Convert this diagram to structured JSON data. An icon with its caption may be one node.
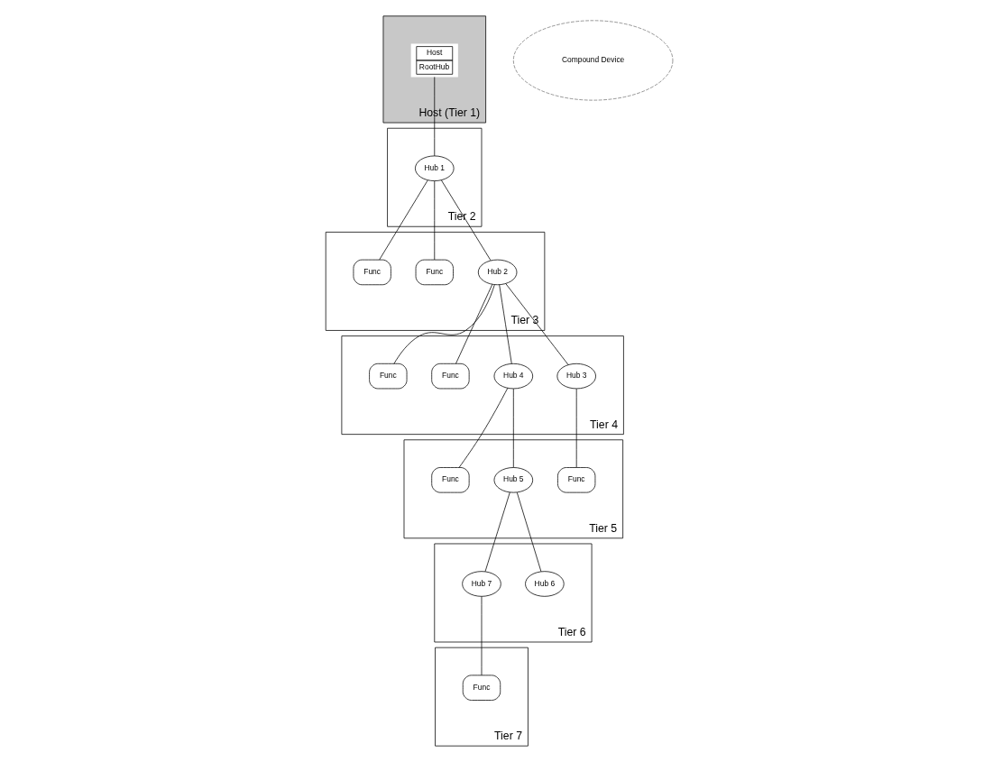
{
  "diagram": {
    "nodes": [
      {
        "text": [
          "Host (Tier 1)"
        ]
      },
      {
        "text": [
          "Host",
          "RootHub"
        ],
        "in": 0
      },
      {
        "text": [
          "Tier 2"
        ]
      },
      {
        "text": [
          "Hub 1"
        ],
        "in": 2
      },
      {
        "text": [
          "Tier 3"
        ]
      },
      {
        "text": [
          "Hub 2"
        ],
        "in": 4
      },
      {
        "text": [
          "Func"
        ],
        "in": 4
      },
      {
        "text": [
          "Func"
        ],
        "in": 4
      },
      {
        "text": [
          "Tier 4"
        ]
      },
      {
        "text": [
          "Hub 3"
        ],
        "in": 8
      },
      {
        "text": [
          "Hub 4"
        ],
        "in": 8
      },
      {
        "text": [
          "Func"
        ],
        "in": 8
      },
      {
        "text": [
          "Func"
        ],
        "in": 8
      },
      {
        "text": [
          "Tier 5"
        ]
      },
      {
        "text": [
          "Func"
        ],
        "in": 13
      },
      {
        "text": [
          "Hub 5"
        ],
        "in": 13
      },
      {
        "text": [
          "Func"
        ],
        "in": 13
      },
      {
        "text": [
          "Tier 6"
        ]
      },
      {
        "text": [
          "Hub 6"
        ],
        "in": 17
      },
      {
        "text": [
          "Hub 7"
        ],
        "in": 17
      },
      {
        "text": [
          "Tier 7"
        ]
      },
      {
        "text": [
          "Func"
        ],
        "in": 20
      },
      {
        "text": [
          "Compound Device"
        ]
      }
    ],
    "edges": [
      {
        "from": 1,
        "to": 3,
        "arrow": "none"
      },
      {
        "from": 3,
        "to": 5,
        "arrow": "none"
      },
      {
        "from": 3,
        "to": 6,
        "arrow": "none"
      },
      {
        "from": 3,
        "to": 7,
        "arrow": "none"
      },
      {
        "from": 5,
        "to": 9,
        "arrow": "none"
      },
      {
        "from": 5,
        "to": 10,
        "arrow": "none"
      },
      {
        "from": 5,
        "to": 11,
        "arrow": "none"
      },
      {
        "from": 5,
        "to": 12,
        "arrow": "none"
      },
      {
        "from": 9,
        "to": 14,
        "arrow": "none"
      },
      {
        "from": 10,
        "to": 15,
        "arrow": "none"
      },
      {
        "from": 10,
        "to": 16,
        "arrow": "none"
      },
      {
        "from": 15,
        "to": 18,
        "arrow": "none"
      },
      {
        "from": 15,
        "to": 19,
        "arrow": "none"
      },
      {
        "from": 19,
        "to": 21,
        "arrow": "none"
      }
    ]
  }
}
